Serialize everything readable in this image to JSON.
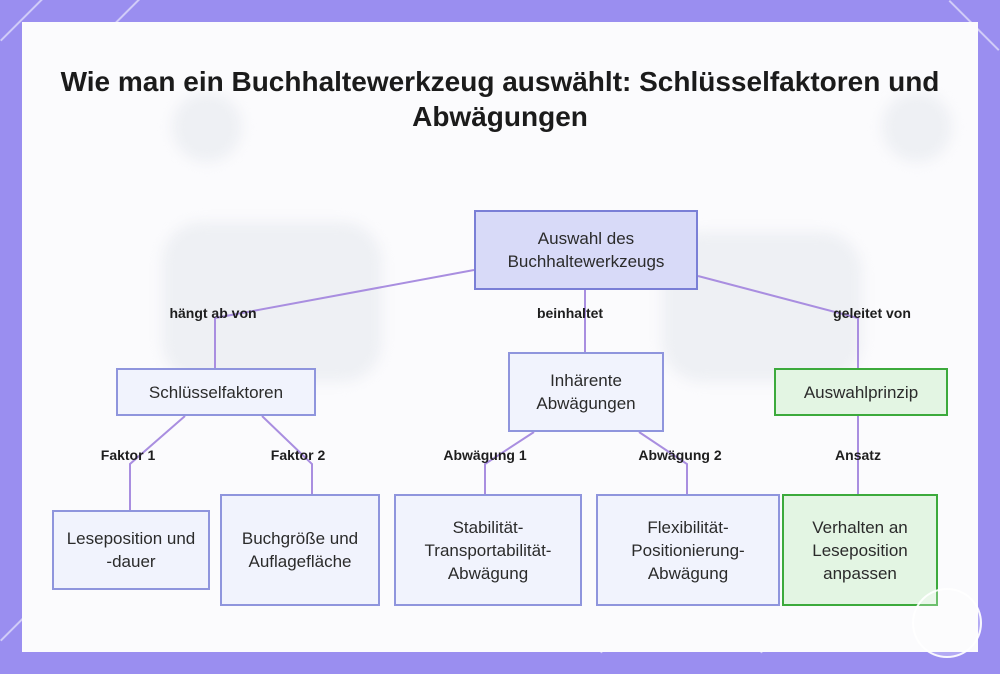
{
  "title": "Wie man ein Buchhaltewerkzeug auswählt: Schlüsselfaktoren und Abwägungen",
  "nodes": {
    "root": "Auswahl des Buchhaltewerkzeugs",
    "keyfactors": "Schlüsselfaktoren",
    "tradeoffs": "Inhärente Abwägungen",
    "principle": "Auswahlprinzip",
    "reading": "Leseposition und -dauer",
    "booksize": "Buchgröße und Auflagefläche",
    "stability": "Stabilität-Transportabilität-Abwägung",
    "flexibility": "Flexibilität-Positionierung-Abwägung",
    "adapt": "Verhalten an Leseposition anpassen"
  },
  "edges": {
    "depends": "hängt ab von",
    "contains": "beinhaltet",
    "guided": "geleitet von",
    "factor1": "Faktor 1",
    "factor2": "Faktor 2",
    "tradeoff1": "Abwägung 1",
    "tradeoff2": "Abwägung 2",
    "approach": "Ansatz"
  },
  "colors": {
    "frame": "#9a8ef0",
    "root_fill": "#d8daf8",
    "node_border": "#8f95dd",
    "green_border": "#3caa3c",
    "edge": "#a98ee0"
  }
}
